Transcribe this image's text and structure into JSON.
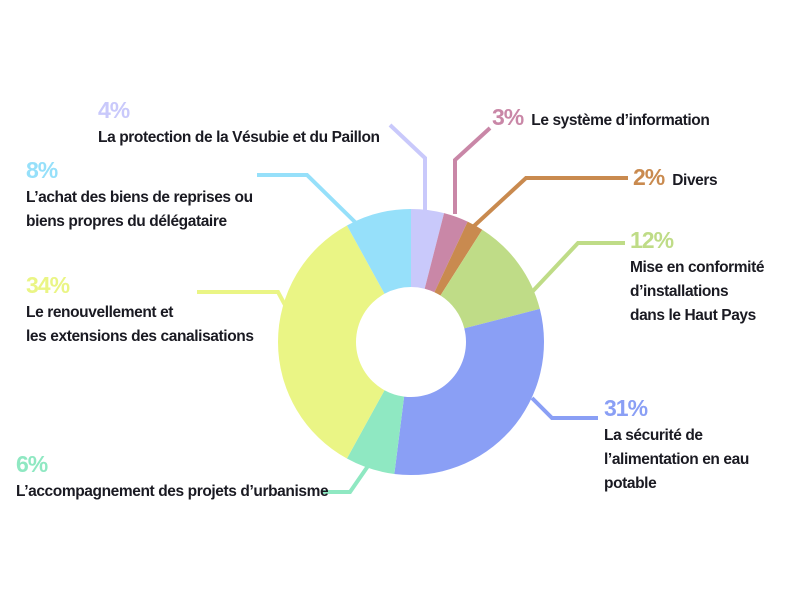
{
  "chart_data": {
    "type": "pie",
    "variant": "donut",
    "start": "top",
    "direction": "clockwise",
    "slices": [
      {
        "label": "La protection de la Vésubie et du Paillon",
        "pct_label": "4%",
        "value": 4,
        "color": "#c9c9fb"
      },
      {
        "label": "Le système d’information",
        "pct_label": "3%",
        "value": 3,
        "color": "#c987a7"
      },
      {
        "label": "Divers",
        "pct_label": "2%",
        "value": 2,
        "color": "#c98a4f"
      },
      {
        "label": "Mise en conformité d’installations dans le Haut Pays",
        "label_lines": [
          "Mise en conformité",
          "d’installations",
          "dans le Haut Pays"
        ],
        "pct_label": "12%",
        "value": 12,
        "color": "#bfdc87"
      },
      {
        "label": "La sécurité de l’alimentation en eau potable",
        "label_lines": [
          "La sécurité de",
          "l’alimentation en eau",
          "potable"
        ],
        "pct_label": "31%",
        "value": 31,
        "color": "#8a9ff5"
      },
      {
        "label": "L’accompagnement des projets d’urbanisme",
        "pct_label": "6%",
        "value": 6,
        "color": "#8fe8c2"
      },
      {
        "label": "Le renouvellement et les extensions des canalisations",
        "label_lines": [
          "Le renouvellement et",
          "les extensions des canalisations"
        ],
        "pct_label": "34%",
        "value": 34,
        "color": "#eaf585"
      },
      {
        "label": "L’achat des biens de reprises ou biens propres du délégataire",
        "label_lines": [
          "L’achat des biens de reprises ou",
          "biens propres du délégataire"
        ],
        "pct_label": "8%",
        "value": 8,
        "color": "#96e0fa"
      }
    ]
  }
}
